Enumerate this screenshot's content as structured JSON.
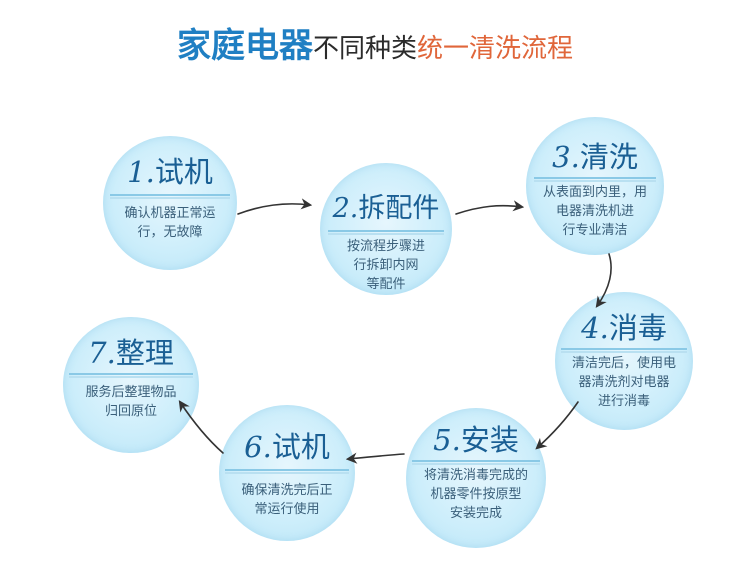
{
  "title": {
    "part1": "家庭电器",
    "part2": "不同种类",
    "part3": "统一清洗流程"
  },
  "steps": [
    {
      "num": "1.",
      "label": "试机",
      "desc": [
        "确认机器正常运",
        "行，无故障"
      ]
    },
    {
      "num": "2.",
      "label": "拆配件",
      "desc": [
        "按流程步骤进",
        "行拆卸内网",
        "等配件"
      ]
    },
    {
      "num": "3.",
      "label": "清洗",
      "desc": [
        "从表面到内里，用",
        "电器清洗机进",
        "行专业清洁"
      ]
    },
    {
      "num": "4.",
      "label": "消毒",
      "desc": [
        "清洁完后，使用电",
        "器清洗剂对电器",
        "进行消毒"
      ]
    },
    {
      "num": "5.",
      "label": "安装",
      "desc": [
        "将清洗消毒完成的",
        "机器零件按原型",
        "安装完成"
      ]
    },
    {
      "num": "6.",
      "label": "试机",
      "desc": [
        "确保清洗完后正",
        "常运行使用"
      ]
    },
    {
      "num": "7.",
      "label": "整理",
      "desc": [
        "服务后整理物品",
        "归回原位"
      ]
    }
  ],
  "colors": {
    "circle": "#cdeefb",
    "title_blue": "#1f7fc3",
    "title_orange": "#e0663a",
    "step_text": "#1a5f94",
    "arrow": "#333333"
  }
}
